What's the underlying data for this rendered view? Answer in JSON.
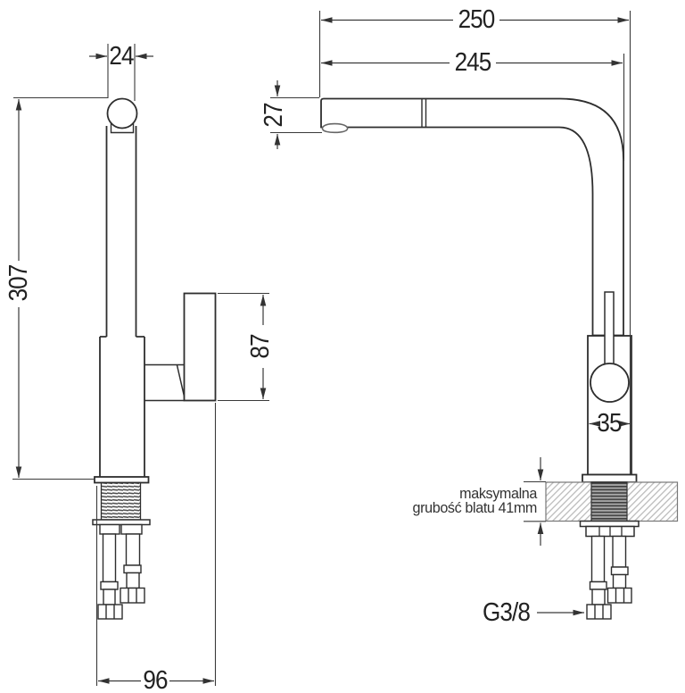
{
  "drawing": {
    "left_view": {
      "dim_spout_width": "24",
      "dim_height": "307",
      "dim_handle_length": "87",
      "dim_base_depth": "96"
    },
    "right_view": {
      "dim_total_reach": "250",
      "dim_spout_reach": "245",
      "dim_spout_height": "27",
      "dim_body_width": "35",
      "note_line1": "maksymalna",
      "note_line2": "grubość blatu 41mm",
      "dim_thread": "G3/8"
    },
    "colors": {
      "line": "#2e2e2e",
      "dim_line": "#3a3a3a",
      "hatch": "#b9b9b9",
      "thread_dark": "#3c3c3c"
    }
  }
}
